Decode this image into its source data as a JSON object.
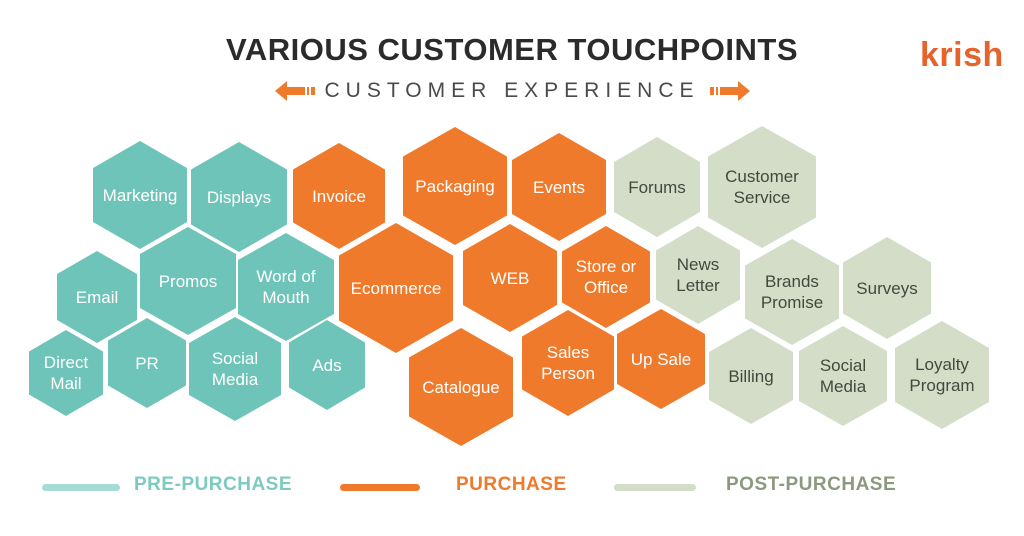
{
  "header": {
    "title": "VARIOUS CUSTOMER TOUCHPOINTS",
    "subtitle": "CUSTOMER EXPERIENCE",
    "logo": "krish"
  },
  "colors": {
    "pre_purchase": "#6ec4b9",
    "purchase": "#ef7a2c",
    "post_purchase": "#d3ddc8",
    "logo": "#e6642b"
  },
  "touchpoints": [
    {
      "label": "Marketing",
      "stage": "pre"
    },
    {
      "label": "Displays",
      "stage": "pre"
    },
    {
      "label": "Email",
      "stage": "pre"
    },
    {
      "label": "Promos",
      "stage": "pre"
    },
    {
      "label": "Word of Mouth",
      "stage": "pre"
    },
    {
      "label": "Direct Mail",
      "stage": "pre"
    },
    {
      "label": "PR",
      "stage": "pre"
    },
    {
      "label": "Social Media",
      "stage": "pre"
    },
    {
      "label": "Ads",
      "stage": "pre"
    },
    {
      "label": "Invoice",
      "stage": "pur"
    },
    {
      "label": "Packaging",
      "stage": "pur"
    },
    {
      "label": "Events",
      "stage": "pur"
    },
    {
      "label": "Ecommerce",
      "stage": "pur"
    },
    {
      "label": "WEB",
      "stage": "pur"
    },
    {
      "label": "Store or Office",
      "stage": "pur"
    },
    {
      "label": "Catalogue",
      "stage": "pur"
    },
    {
      "label": "Sales Person",
      "stage": "pur"
    },
    {
      "label": "Up Sale",
      "stage": "pur"
    },
    {
      "label": "Forums",
      "stage": "post"
    },
    {
      "label": "Customer Service",
      "stage": "post"
    },
    {
      "label": "News Letter",
      "stage": "post"
    },
    {
      "label": "Brands Promise",
      "stage": "post"
    },
    {
      "label": "Surveys",
      "stage": "post"
    },
    {
      "label": "Billing",
      "stage": "post"
    },
    {
      "label": "Social Media",
      "stage": "post"
    },
    {
      "label": "Loyalty Program",
      "stage": "post"
    }
  ],
  "legend": {
    "pre": "PRE-PURCHASE",
    "purchase": "PURCHASE",
    "post": "POST-PURCHASE"
  }
}
